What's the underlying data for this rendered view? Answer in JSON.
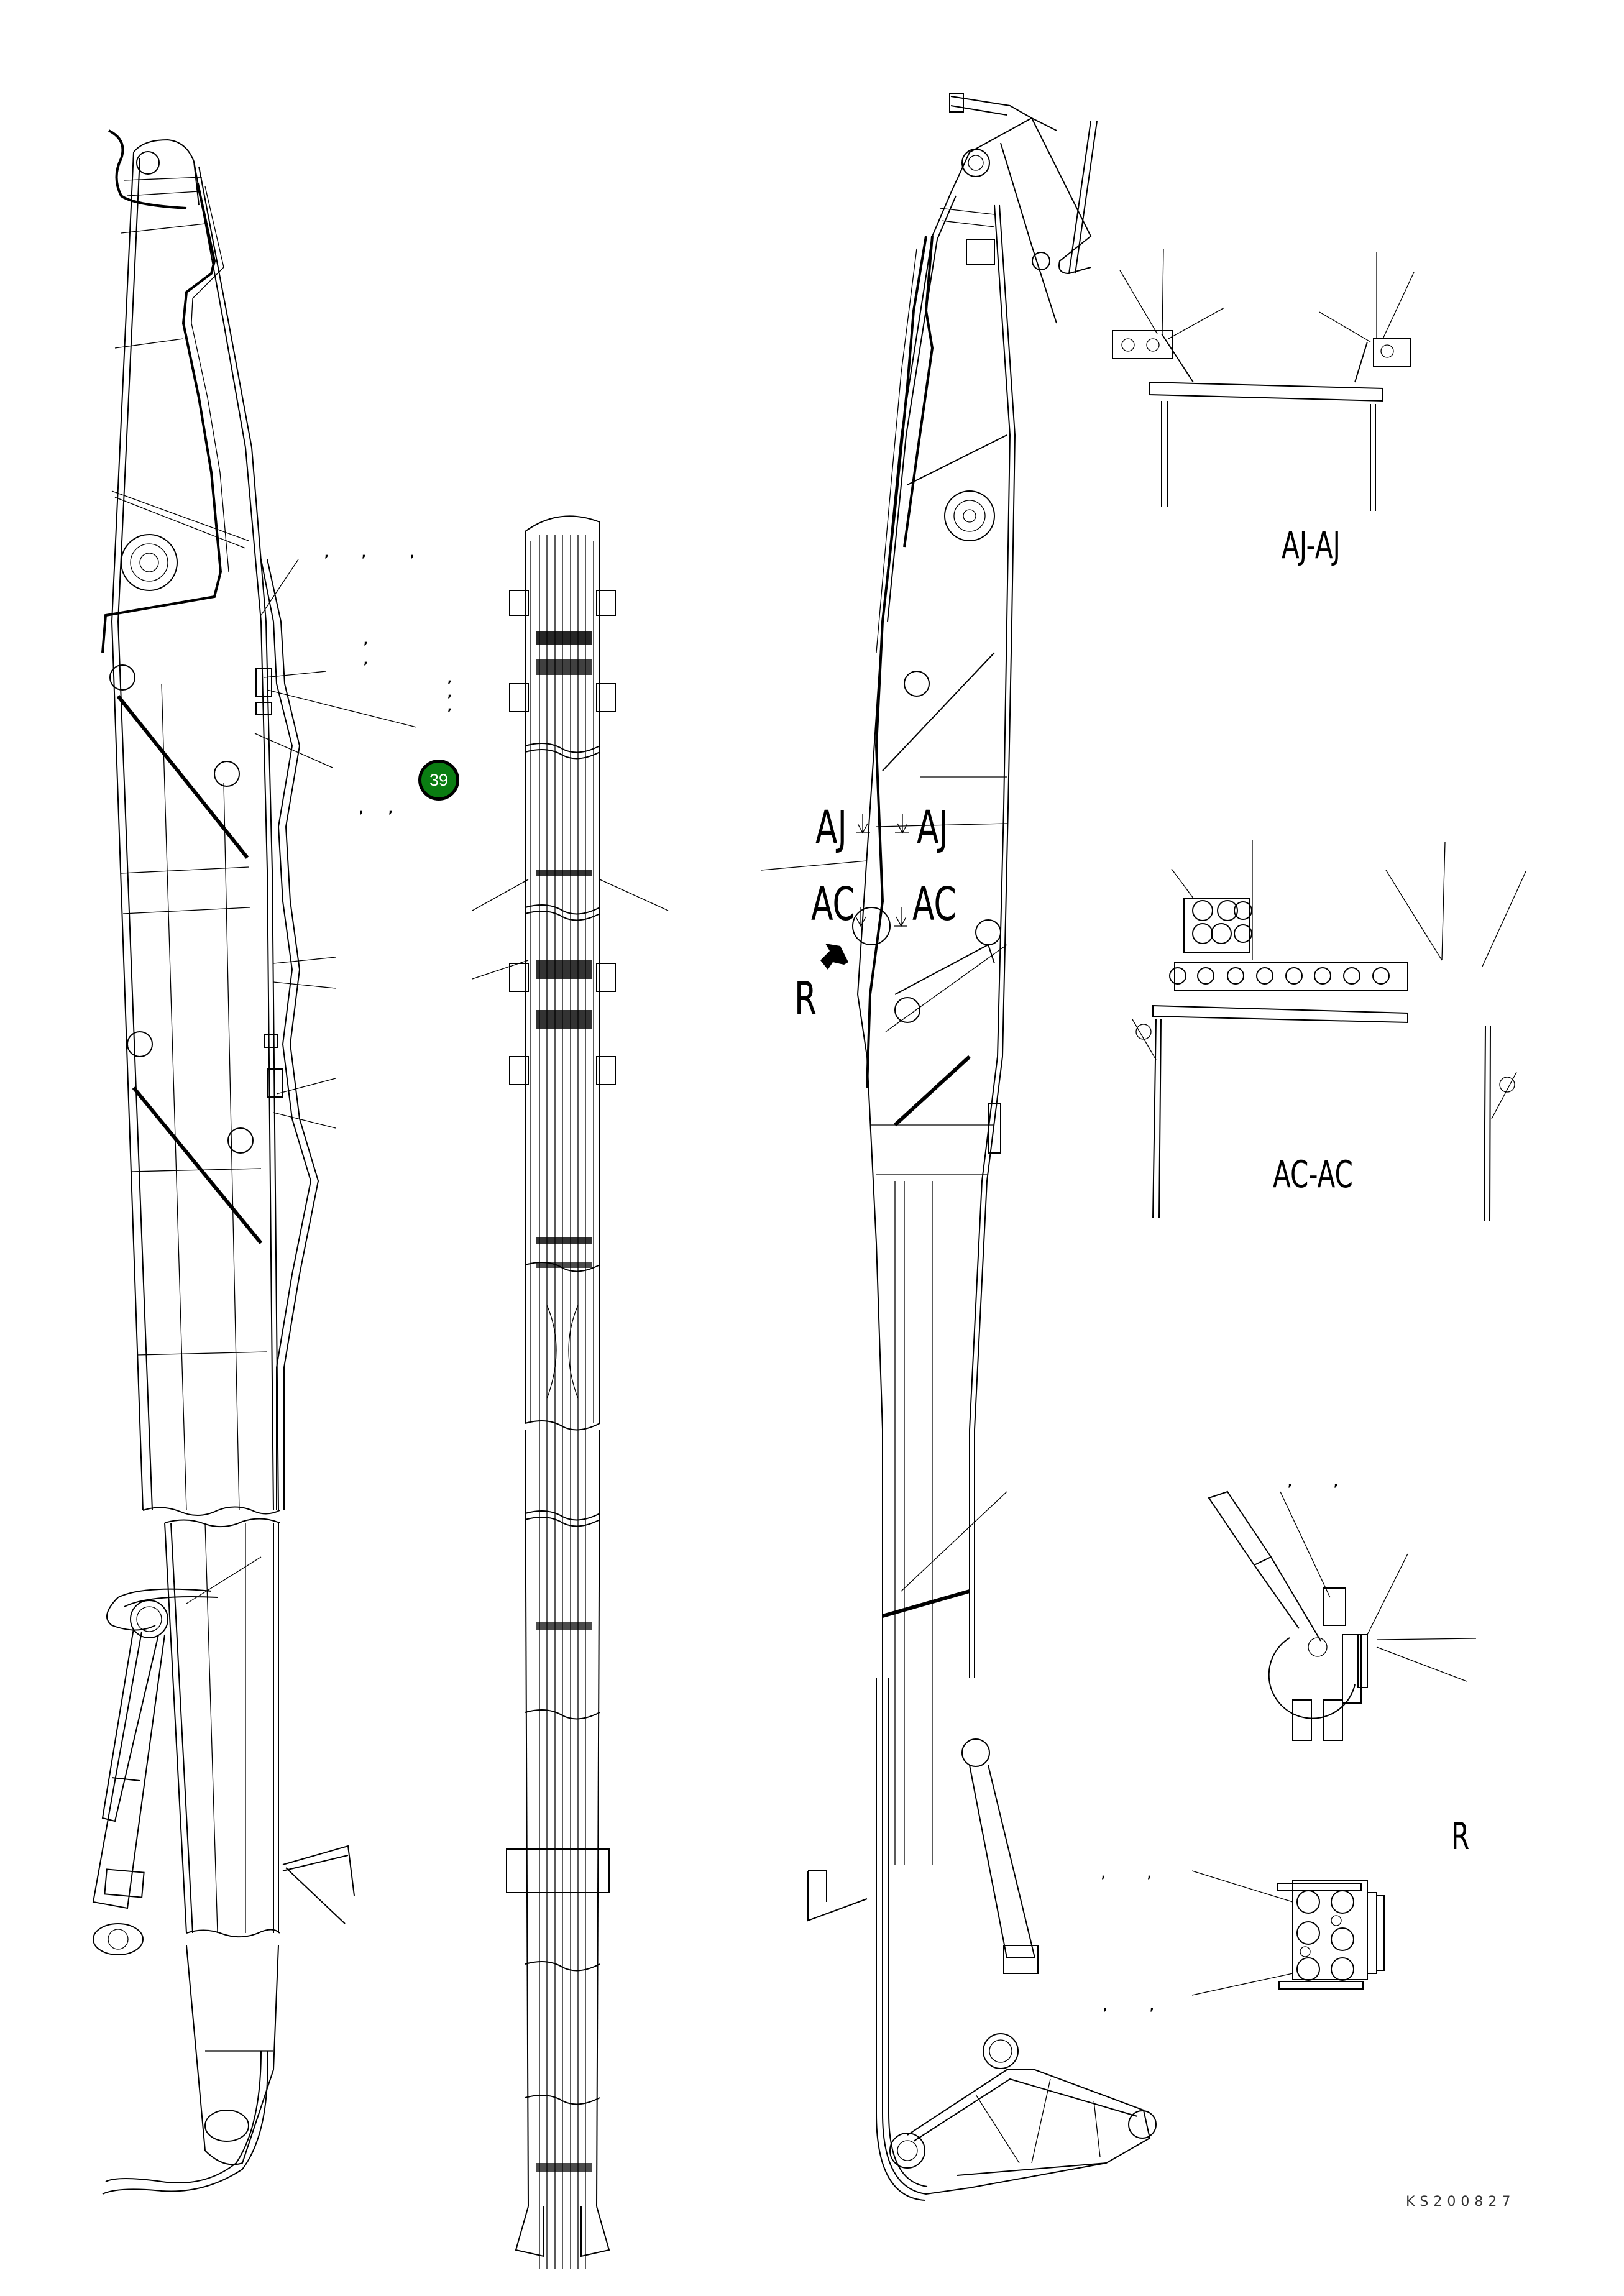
{
  "drawing": {
    "document_id": "KS200827",
    "callouts": [
      {
        "number": "39",
        "color": "#0a7d12"
      }
    ],
    "section_markers": {
      "aj_left": "AJ",
      "aj_right": "AJ",
      "ac_left": "AC",
      "ac_right": "AC",
      "view_r": "R"
    },
    "section_views": [
      {
        "id": "aj",
        "title": "AJ-AJ"
      },
      {
        "id": "ac",
        "title": "AC-AC"
      },
      {
        "id": "r",
        "title": "R"
      }
    ],
    "views": [
      {
        "name": "boom-side-view-left"
      },
      {
        "name": "boom-top-view-center"
      },
      {
        "name": "boom-side-view-right"
      }
    ]
  }
}
